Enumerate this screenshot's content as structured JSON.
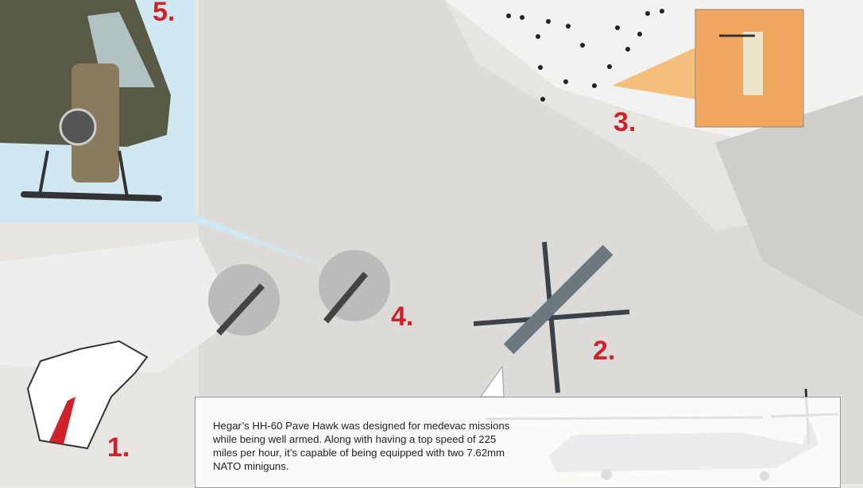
{
  "markers": {
    "one": "1.",
    "two": "2.",
    "three": "3.",
    "four": "4.",
    "five": "5."
  },
  "caption": "Hegar’s HH-60 Pave Hawk was designed for medevac missions while being well armed. Along with having a top speed of 225 miles per hour, it’s capable of being equipped with two 7.62mm NATO miniguns.",
  "colors": {
    "accent": "#d0202a",
    "sky": "#cfe8f2",
    "terrain": "#e4e3df",
    "helicopter": "#5d6a72",
    "gunship": "#585a46"
  }
}
